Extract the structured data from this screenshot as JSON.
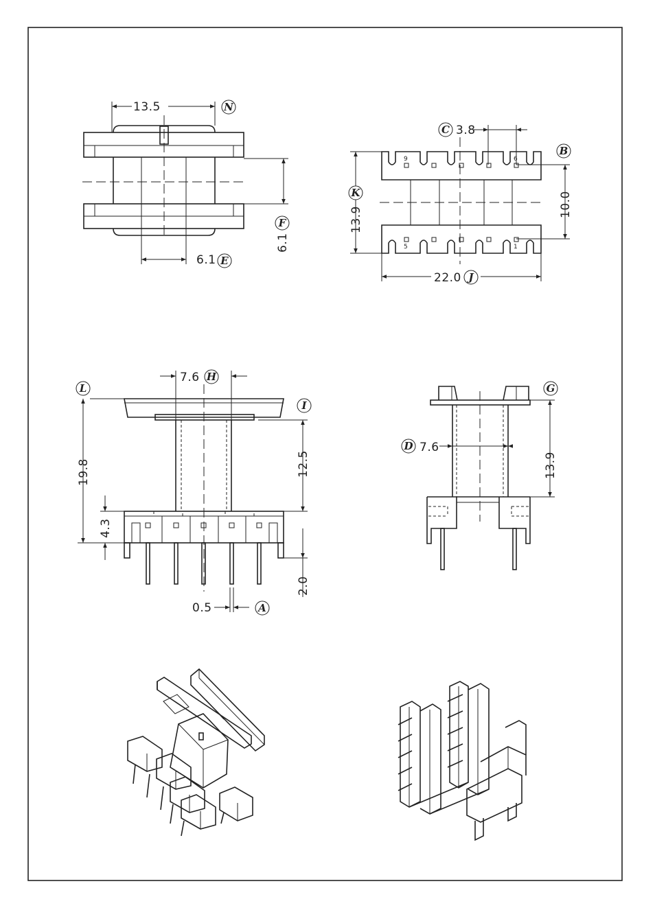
{
  "top_left_view": {
    "dims": {
      "width_n": "13.5",
      "width_e": "6.1",
      "height_f": "6.1"
    },
    "tags": {
      "n": "N",
      "e": "E",
      "f": "F"
    }
  },
  "top_right_view": {
    "dims": {
      "pitch_c": "3.8",
      "height_k": "13.9",
      "height_b": "10.0",
      "width_j": "22.0"
    },
    "tags": {
      "c": "C",
      "b": "B",
      "k": "K",
      "j": "J"
    },
    "pin_labels": {
      "p9": "9",
      "p6": "6",
      "p5": "5",
      "p1": "1"
    }
  },
  "front_view": {
    "dims": {
      "core_h": "7.6",
      "height_l": "19.8",
      "height_i": "12.5",
      "base": "4.3",
      "pin_len": "2.0",
      "pin_dia": "0.5"
    },
    "tags": {
      "h": "H",
      "l": "L",
      "i": "I",
      "a": "A"
    }
  },
  "side_view": {
    "dims": {
      "core_d": "7.6",
      "height_g": "13.9"
    },
    "tags": {
      "d": "D",
      "g": "G"
    }
  }
}
